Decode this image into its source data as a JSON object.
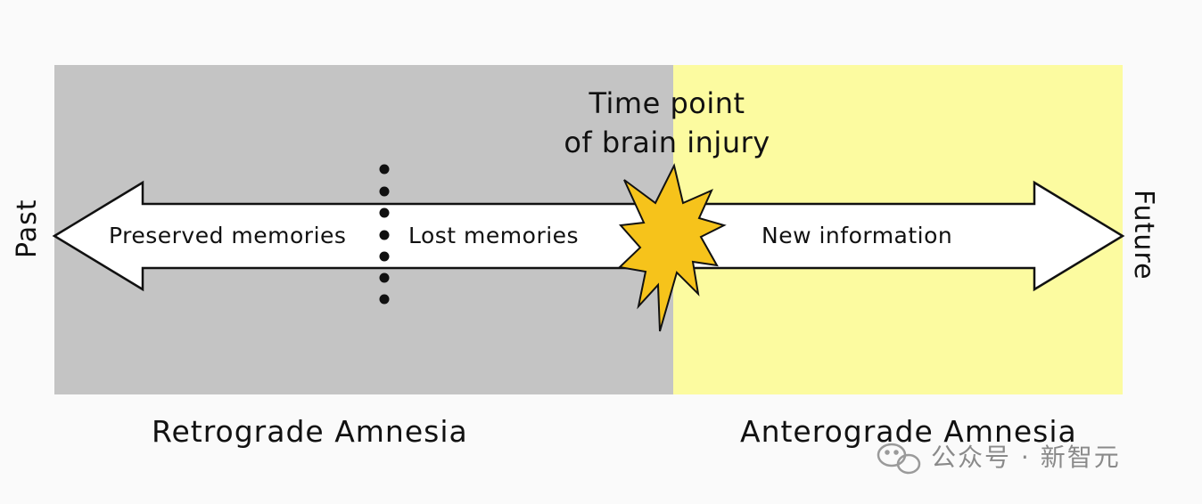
{
  "diagram": {
    "title_lines": [
      "Time point",
      "of brain injury"
    ],
    "left_side_label": "Past",
    "right_side_label": "Future",
    "arrow_labels": {
      "preserved": "Preserved memories",
      "lost": "Lost memories",
      "new": "New information"
    },
    "region_labels": {
      "retrograde": "Retrograde Amnesia",
      "anterograde": "Anterograde Amnesia"
    },
    "colors": {
      "retrograde_region": "#c4c4c4",
      "anterograde_region": "#fcfba0",
      "arrow_fill": "#ffffff",
      "starburst_fill": "#f6c31b",
      "outline": "#111111"
    }
  },
  "watermark": {
    "text": "公众号 · 新智元",
    "icon": "wechat-icon"
  }
}
